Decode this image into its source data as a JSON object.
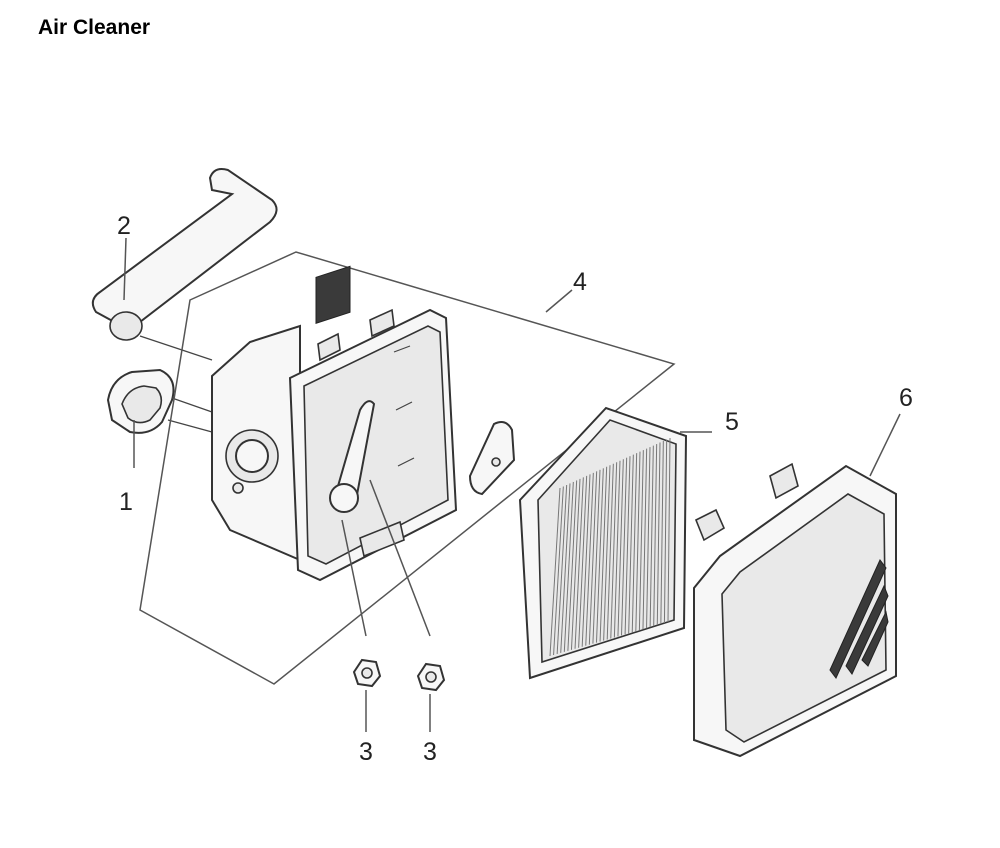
{
  "title": "Air Cleaner",
  "callouts": [
    {
      "label": "1"
    },
    {
      "label": "2"
    },
    {
      "label": "3"
    },
    {
      "label": "3"
    },
    {
      "label": "4"
    },
    {
      "label": "5"
    },
    {
      "label": "6"
    }
  ]
}
